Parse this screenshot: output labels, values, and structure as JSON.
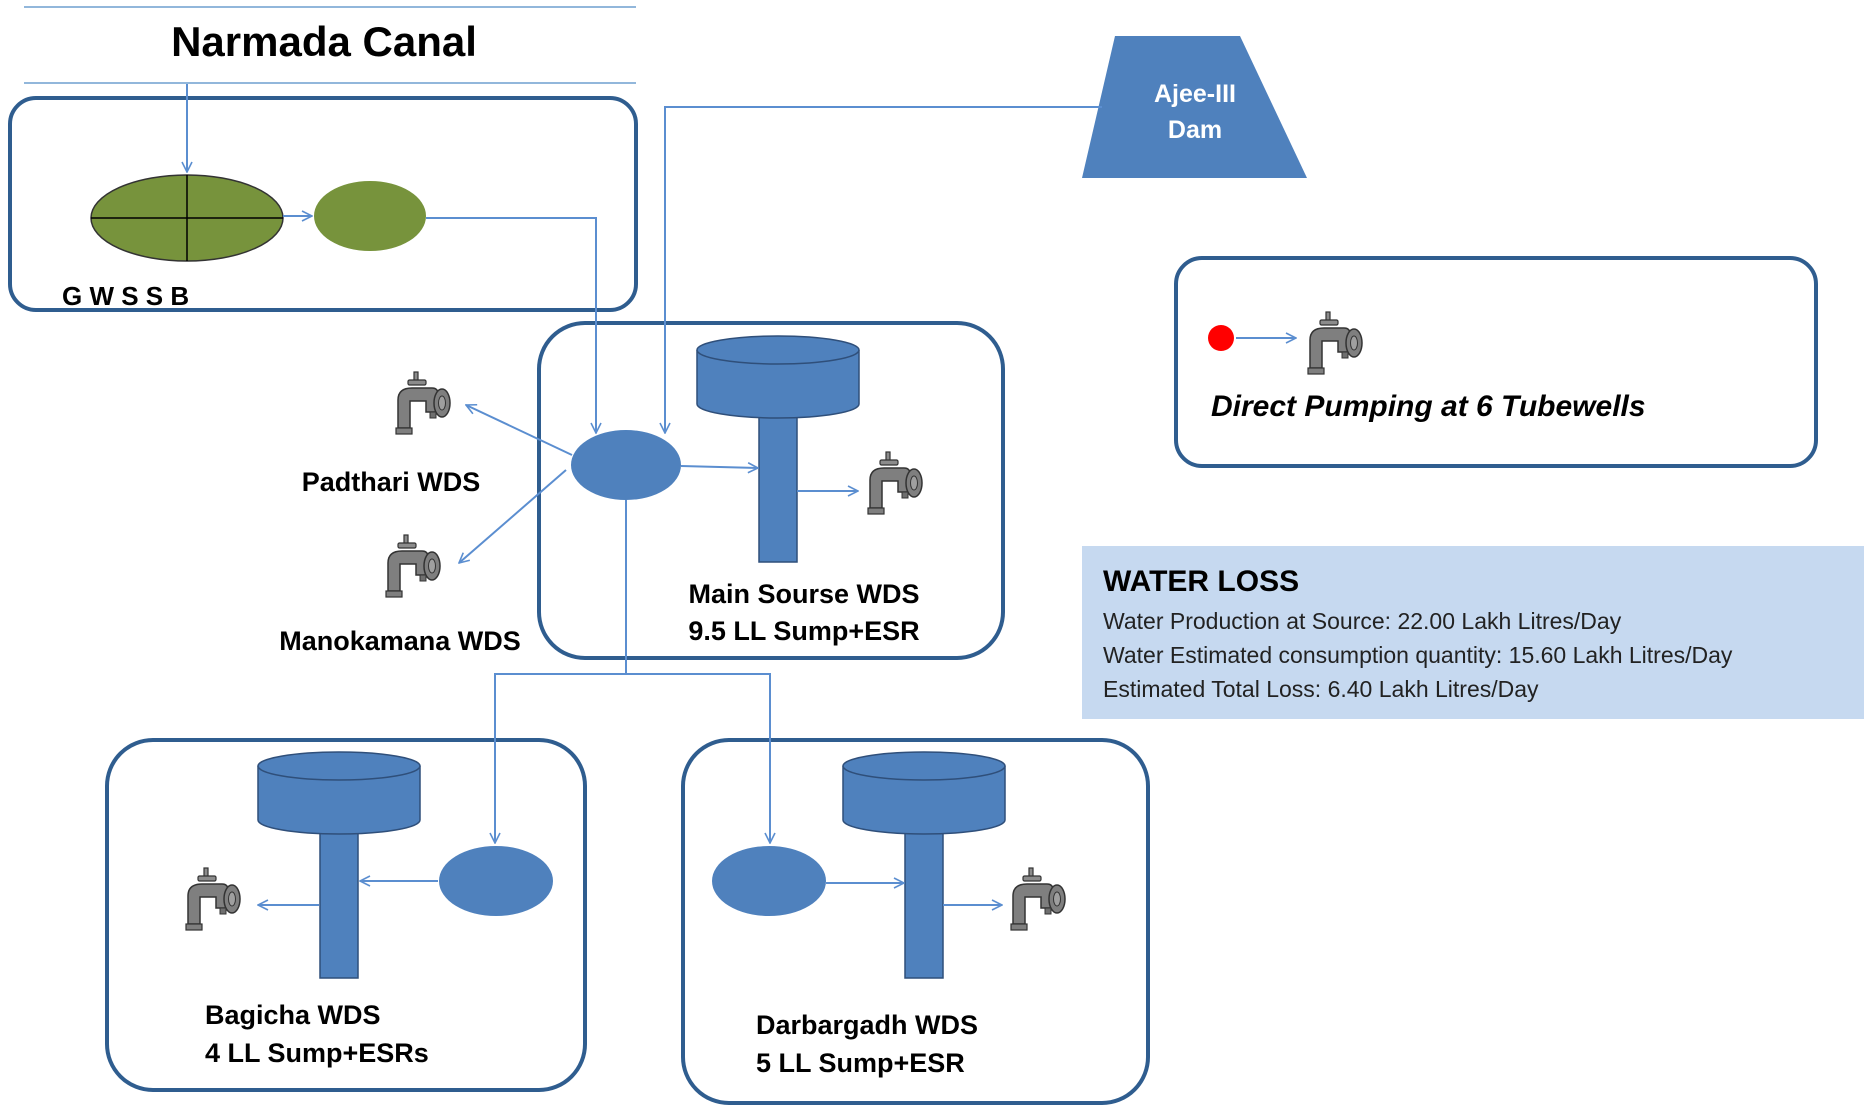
{
  "title": "Narmada Canal",
  "gwssb_label": "G W S S B",
  "dam_label_line1": "Ajee-III",
  "dam_label_line2": "Dam",
  "main_wds": {
    "name": "Main Sourse WDS",
    "capacity": "9.5 LL Sump+ESR"
  },
  "padthari_label": "Padthari WDS",
  "manokamana_label": "Manokamana WDS",
  "bagicha_wds": {
    "name": "Bagicha WDS",
    "capacity": "4 LL Sump+ESRs"
  },
  "darbargadh_wds": {
    "name": "Darbargadh WDS",
    "capacity": "5 LL Sump+ESR"
  },
  "direct_pumping_label": "Direct Pumping at 6 Tubewells",
  "water_loss": {
    "heading": "WATER LOSS",
    "production": "Water Production at Source: 22.00 Lakh Litres/Day",
    "consumption": "Water Estimated consumption quantity: 15.60 Lakh Litres/Day",
    "total_loss": "Estimated Total Loss: 6.40 Lakh Litres/Day"
  },
  "colors": {
    "box_border": "#2f5d8f",
    "arrow": "#5b8ed0",
    "tank_fill": "#4f81bd",
    "tank_stroke": "#2f4f7a",
    "gwssb_fill": "#77933c",
    "loss_panel": "#c6d9f0",
    "pump_dot": "#ff0000",
    "tap": "#7f7f7f"
  },
  "icons": [
    "tap-icon",
    "tank-icon",
    "sump-icon",
    "dam-icon",
    "pump-dot-icon"
  ]
}
